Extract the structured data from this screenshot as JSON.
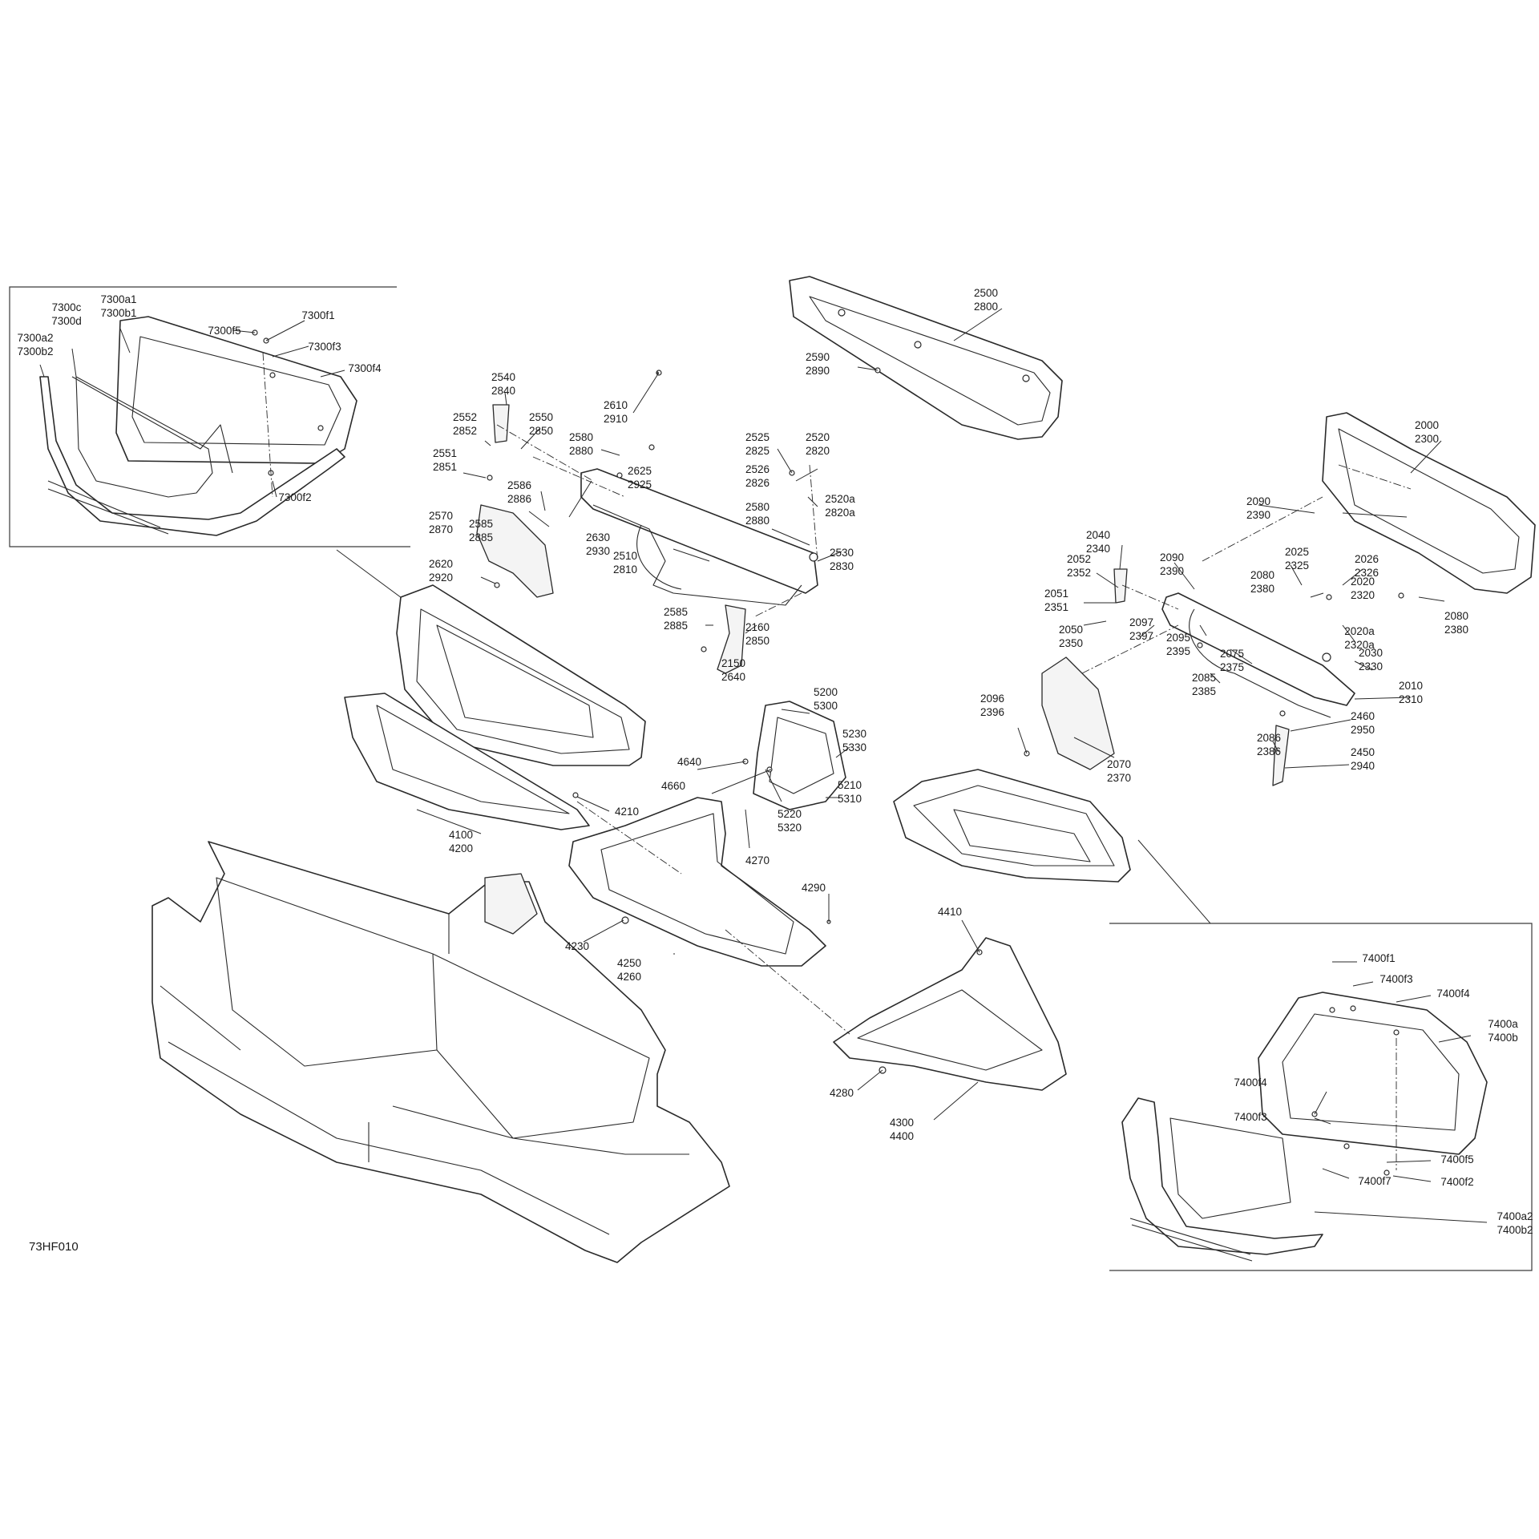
{
  "diagram": {
    "code": "73HF010",
    "callouts": [
      {
        "id": "c-2500",
        "lines": [
          "2500",
          "2800"
        ]
      },
      {
        "id": "c-2590",
        "lines": [
          "2590",
          "2890"
        ]
      },
      {
        "id": "c-2000",
        "lines": [
          "2000",
          "2300"
        ]
      },
      {
        "id": "c-2540",
        "lines": [
          "2540",
          "2840"
        ]
      },
      {
        "id": "c-2552",
        "lines": [
          "2552",
          "2852"
        ]
      },
      {
        "id": "c-2550",
        "lines": [
          "2550",
          "2850"
        ]
      },
      {
        "id": "c-2551",
        "lines": [
          "2551",
          "2851"
        ]
      },
      {
        "id": "c-2610",
        "lines": [
          "2610",
          "2910"
        ]
      },
      {
        "id": "c-2580a",
        "lines": [
          "2580",
          "2880"
        ]
      },
      {
        "id": "c-2525",
        "lines": [
          "2525",
          "2825"
        ]
      },
      {
        "id": "c-2520",
        "lines": [
          "2520",
          "2820"
        ]
      },
      {
        "id": "c-2526",
        "lines": [
          "2526",
          "2826"
        ]
      },
      {
        "id": "c-2625",
        "lines": [
          "2625",
          "2925"
        ]
      },
      {
        "id": "c-2586",
        "lines": [
          "2586",
          "2886"
        ]
      },
      {
        "id": "c-2520a",
        "lines": [
          "2520a",
          "2820a"
        ]
      },
      {
        "id": "c-2570",
        "lines": [
          "2570",
          "2870"
        ]
      },
      {
        "id": "c-2585a",
        "lines": [
          "2585",
          "2885"
        ]
      },
      {
        "id": "c-2580b",
        "lines": [
          "2580",
          "2880"
        ]
      },
      {
        "id": "c-2630",
        "lines": [
          "2630",
          "2930"
        ]
      },
      {
        "id": "c-2530",
        "lines": [
          "2530",
          "2830"
        ]
      },
      {
        "id": "c-2620",
        "lines": [
          "2620",
          "2920"
        ]
      },
      {
        "id": "c-2510",
        "lines": [
          "2510",
          "2810"
        ]
      },
      {
        "id": "c-2585b",
        "lines": [
          "2585",
          "2885"
        ]
      },
      {
        "id": "c-2160",
        "lines": [
          "2160",
          "2850"
        ]
      },
      {
        "id": "c-2150",
        "lines": [
          "2150",
          "2640"
        ]
      },
      {
        "id": "c-2090a",
        "lines": [
          "2090",
          "2390"
        ]
      },
      {
        "id": "c-2040",
        "lines": [
          "2040",
          "2340"
        ]
      },
      {
        "id": "c-2052",
        "lines": [
          "2052",
          "2352"
        ]
      },
      {
        "id": "c-2090b",
        "lines": [
          "2090",
          "2390"
        ]
      },
      {
        "id": "c-2025",
        "lines": [
          "2025",
          "2325"
        ]
      },
      {
        "id": "c-2080a",
        "lines": [
          "2080",
          "2380"
        ]
      },
      {
        "id": "c-2026",
        "lines": [
          "2026",
          "2326"
        ]
      },
      {
        "id": "c-2020",
        "lines": [
          "2020",
          "2320"
        ]
      },
      {
        "id": "c-2080b",
        "lines": [
          "2080",
          "2380"
        ]
      },
      {
        "id": "c-2051",
        "lines": [
          "2051",
          "2351"
        ]
      },
      {
        "id": "c-2050",
        "lines": [
          "2050",
          "2350"
        ]
      },
      {
        "id": "c-2097",
        "lines": [
          "2097",
          "2397"
        ]
      },
      {
        "id": "c-2095",
        "lines": [
          "2095",
          "2395"
        ]
      },
      {
        "id": "c-2020a",
        "lines": [
          "2020a",
          "2320a"
        ]
      },
      {
        "id": "c-2075",
        "lines": [
          "2075",
          "2375"
        ]
      },
      {
        "id": "c-2030",
        "lines": [
          "2030",
          "2330"
        ]
      },
      {
        "id": "c-2085",
        "lines": [
          "2085",
          "2385"
        ]
      },
      {
        "id": "c-2010",
        "lines": [
          "2010",
          "2310"
        ]
      },
      {
        "id": "c-2460",
        "lines": [
          "2460",
          "2950"
        ]
      },
      {
        "id": "c-2086",
        "lines": [
          "2086",
          "2386"
        ]
      },
      {
        "id": "c-2450",
        "lines": [
          "2450",
          "2940"
        ]
      },
      {
        "id": "c-2096",
        "lines": [
          "2096",
          "2396"
        ]
      },
      {
        "id": "c-2070",
        "lines": [
          "2070",
          "2370"
        ]
      },
      {
        "id": "c-5200",
        "lines": [
          "5200",
          "5300"
        ]
      },
      {
        "id": "c-5230",
        "lines": [
          "5230",
          "5330"
        ]
      },
      {
        "id": "c-4640",
        "lines": [
          "4640"
        ]
      },
      {
        "id": "c-4660",
        "lines": [
          "4660"
        ]
      },
      {
        "id": "c-5210",
        "lines": [
          "5210",
          "5310"
        ]
      },
      {
        "id": "c-5220",
        "lines": [
          "5220",
          "5320"
        ]
      },
      {
        "id": "c-4270",
        "lines": [
          "4270"
        ]
      },
      {
        "id": "c-4210",
        "lines": [
          "4210"
        ]
      },
      {
        "id": "c-4100",
        "lines": [
          "4100",
          "4200"
        ]
      },
      {
        "id": "c-4290",
        "lines": [
          "4290"
        ]
      },
      {
        "id": "c-4230",
        "lines": [
          "4230"
        ]
      },
      {
        "id": "c-4250",
        "lines": [
          "4250",
          "4260"
        ]
      },
      {
        "id": "c-4410",
        "lines": [
          "4410"
        ]
      },
      {
        "id": "c-4280",
        "lines": [
          "4280"
        ]
      },
      {
        "id": "c-4300",
        "lines": [
          "4300",
          "4400"
        ]
      },
      {
        "id": "c-7300c",
        "lines": [
          "7300c",
          "7300d"
        ]
      },
      {
        "id": "c-7300a1",
        "lines": [
          "7300a1",
          "7300b1"
        ]
      },
      {
        "id": "c-7300a2",
        "lines": [
          "7300a2",
          "7300b2"
        ]
      },
      {
        "id": "c-7300f5",
        "lines": [
          "7300f5"
        ]
      },
      {
        "id": "c-7300f1",
        "lines": [
          "7300f1"
        ]
      },
      {
        "id": "c-7300f3",
        "lines": [
          "7300f3"
        ]
      },
      {
        "id": "c-7300f4",
        "lines": [
          "7300f4"
        ]
      },
      {
        "id": "c-7300f2",
        "lines": [
          "7300f2"
        ]
      },
      {
        "id": "c-7400f1",
        "lines": [
          "7400f1"
        ]
      },
      {
        "id": "c-7400f3a",
        "lines": [
          "7400f3"
        ]
      },
      {
        "id": "c-7400f4a",
        "lines": [
          "7400f4"
        ]
      },
      {
        "id": "c-7400a",
        "lines": [
          "7400a",
          "7400b"
        ]
      },
      {
        "id": "c-7400f4b",
        "lines": [
          "7400f4"
        ]
      },
      {
        "id": "c-7400f3b",
        "lines": [
          "7400f3"
        ]
      },
      {
        "id": "c-7400f5",
        "lines": [
          "7400f5"
        ]
      },
      {
        "id": "c-7400f7",
        "lines": [
          "7400f7"
        ]
      },
      {
        "id": "c-7400f2",
        "lines": [
          "7400f2"
        ]
      },
      {
        "id": "c-7400a2",
        "lines": [
          "7400a2",
          "7400b2"
        ]
      }
    ]
  }
}
